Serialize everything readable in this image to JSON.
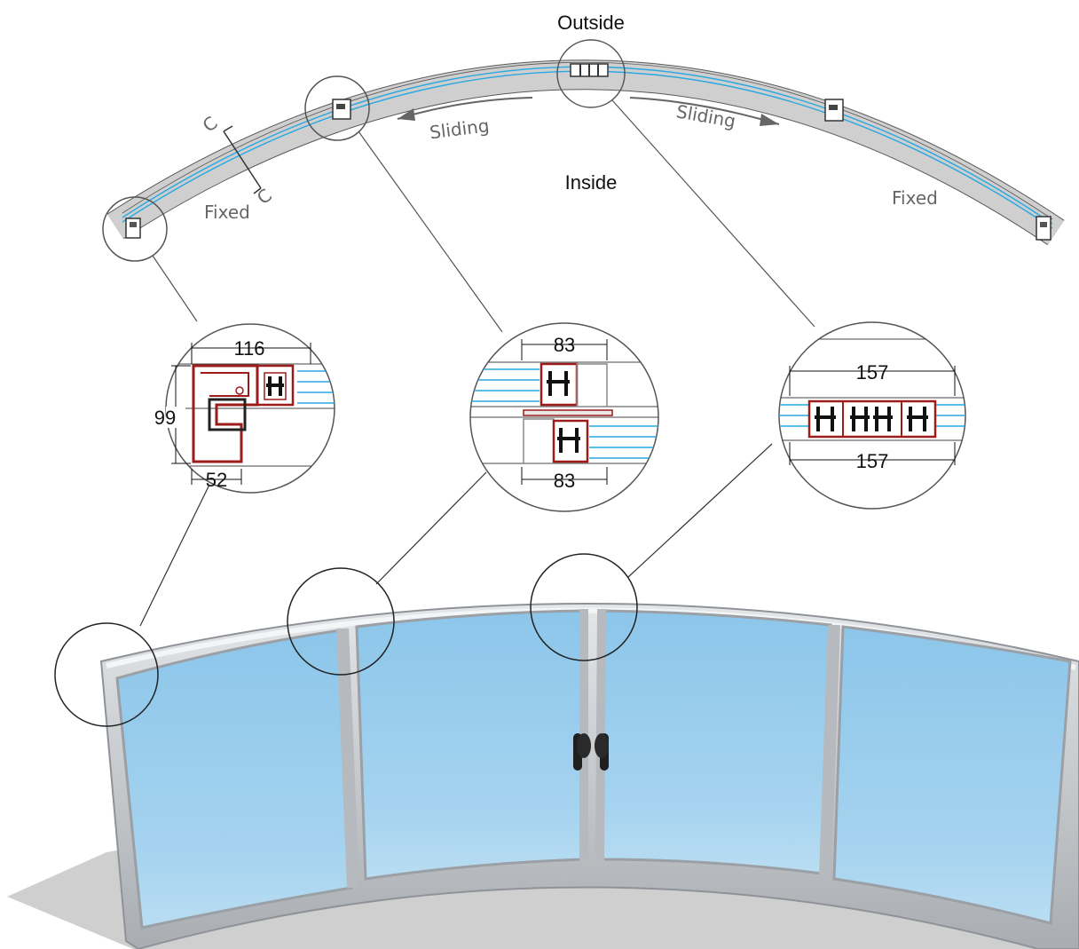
{
  "plan": {
    "outside_label": "Outside",
    "inside_label": "Inside",
    "sliding_left_label": "Sliding",
    "sliding_right_label": "Sliding",
    "fixed_left_label": "Fixed",
    "fixed_right_label": "Fixed",
    "section_mark_top": "C",
    "section_mark_bottom": "C"
  },
  "details": {
    "left": {
      "dim_top": "116",
      "dim_side": "99",
      "dim_bottom": "52"
    },
    "middle": {
      "dim_top": "83",
      "dim_bottom": "83"
    },
    "right": {
      "dim_top": "157",
      "dim_bottom": "157"
    }
  },
  "colors": {
    "frame_gray": "#c9c9c9",
    "glass_blue": "#a9d4ee",
    "profile_red": "#9e1b1b",
    "glass_line": "#2aa8e0",
    "aluminium": "#b8bcc0"
  }
}
